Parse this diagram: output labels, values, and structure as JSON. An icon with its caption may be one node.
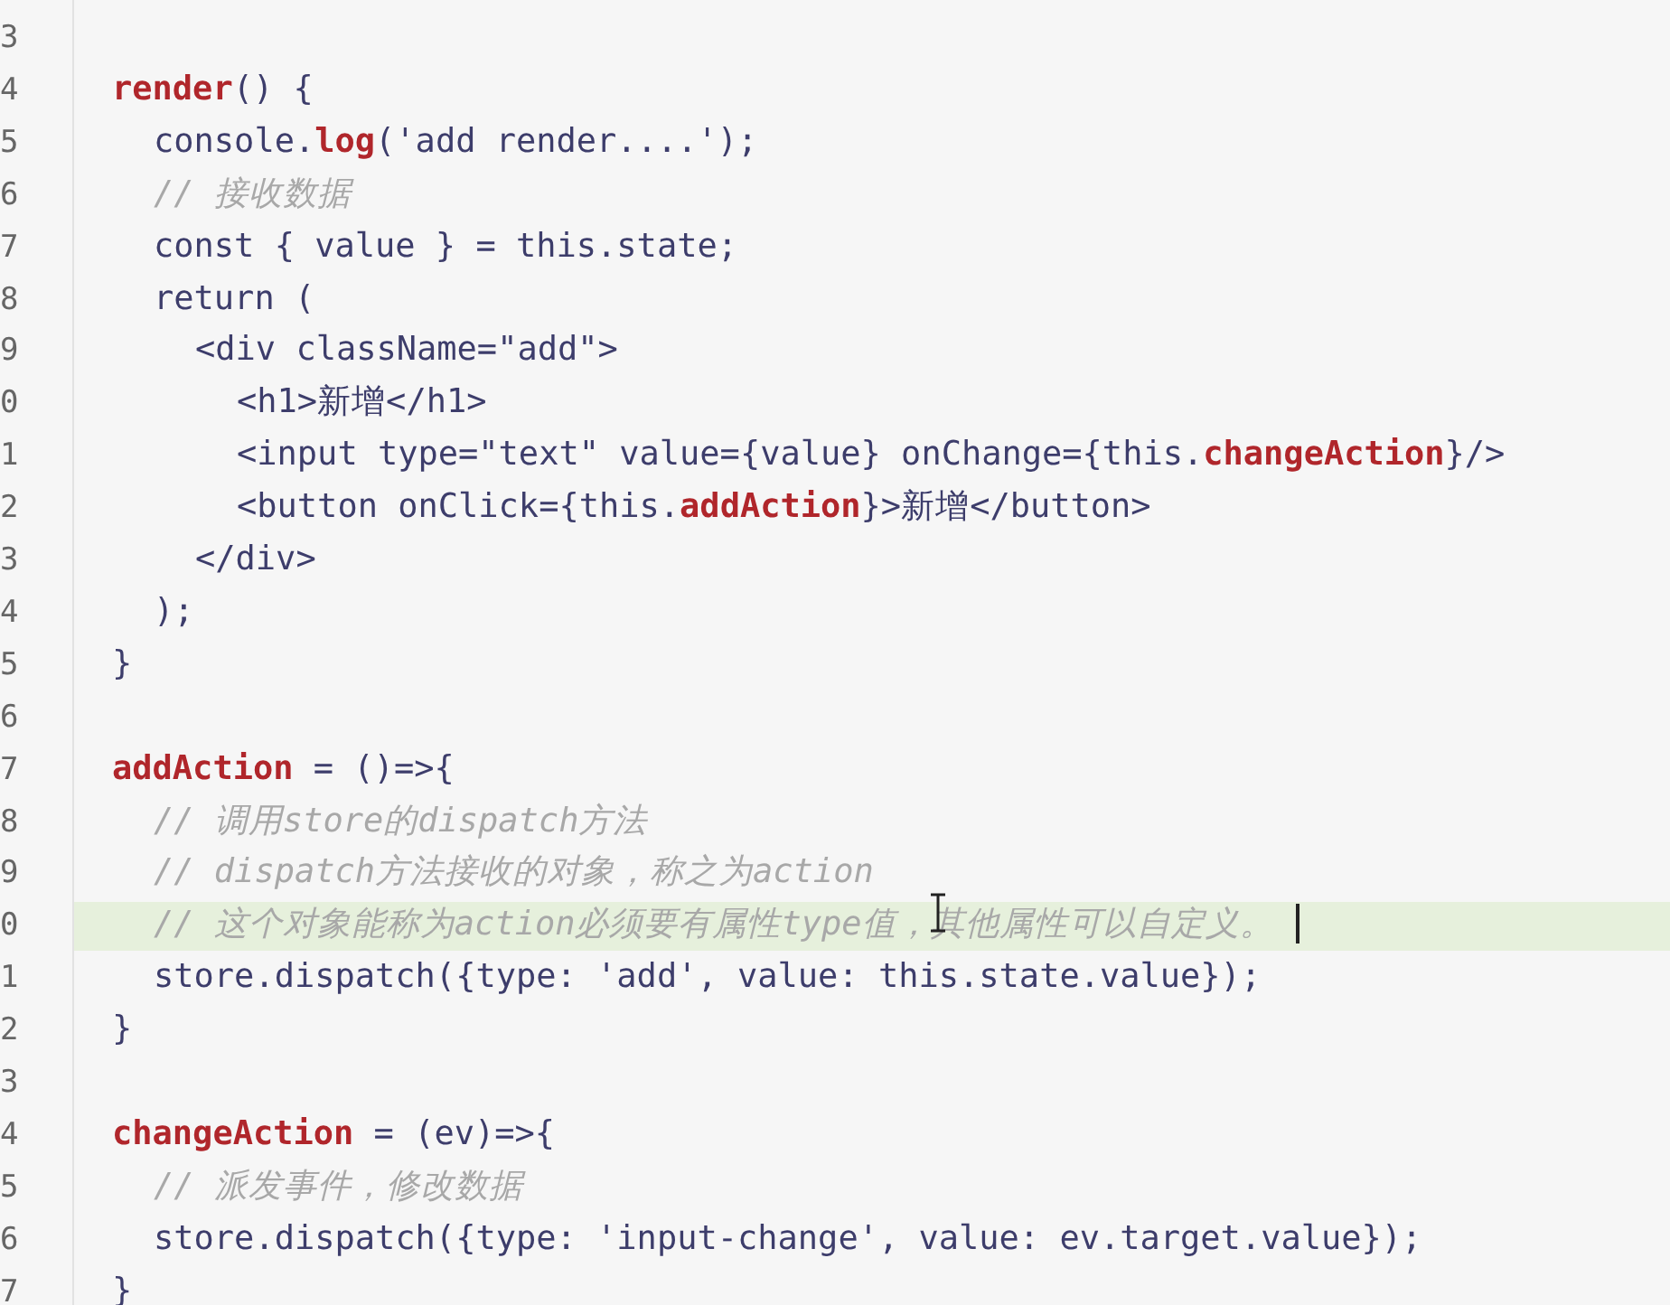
{
  "diagram": {
    "labels": [
      "3",
      "4",
      "**render**() {",
      "5",
      "console.**log**('add render....');",
      "6",
      "// 接收数据",
      "7",
      "const { value } = this.state;",
      "8",
      "return (",
      "9",
      "<div className=\"add\">",
      "0",
      "<h1>新增</h1>",
      "1",
      "<input type=\"text\" value={value} onChange={this.**changeAction**}/>",
      "2",
      "<button onClick={this.**addAction**}>新增</button>",
      "3",
      "</div>",
      "4",
      ");",
      "5",
      "}",
      "6",
      "7",
      "**addAction** = ()=>{",
      "8",
      "// 调用store的dispatch方法",
      "9",
      "// dispatch方法接收的对象，称之为action",
      "0",
      "// 这个对象能称为action必须要有属性type值，其他属性可以自定义。",
      "1",
      "store.dispatch({type: 'add', value: this.state.value});",
      "2",
      "}",
      "3",
      "4",
      "**changeAction** = (ev)=>{",
      "5",
      "// 派发事件，修改数据",
      "6",
      "store.dispatch({type: 'input-change', value: ev.target.value});",
      "7",
      "}"
    ]
  }
}
